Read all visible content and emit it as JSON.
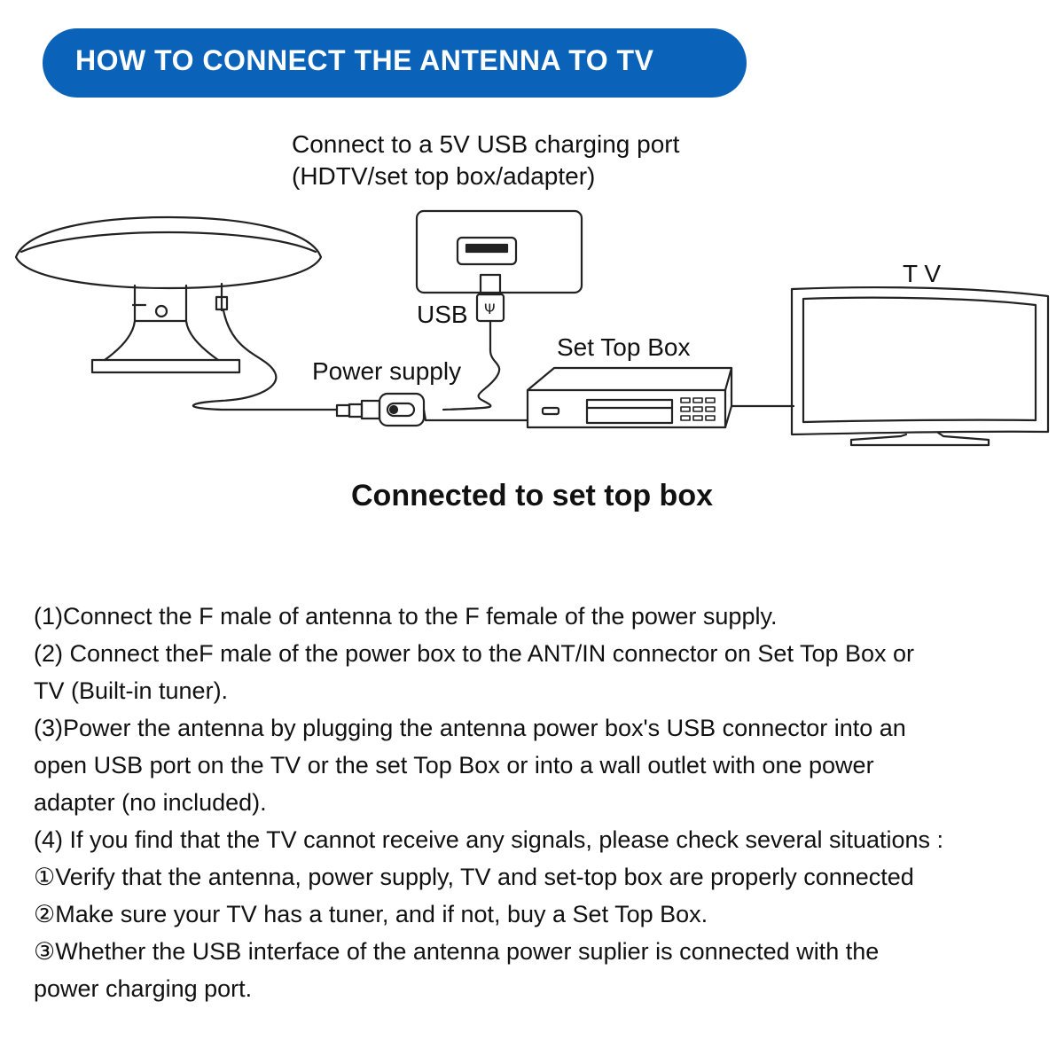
{
  "header": {
    "title": "HOW TO CONNECT THE ANTENNA TO TV"
  },
  "diagram": {
    "usb_port_note_line1": "Connect to a 5V USB charging port",
    "usb_port_note_line2": "(HDTV/set top box/adapter)",
    "usb_label": "USB",
    "power_supply_label": "Power supply",
    "set_top_box_label": "Set Top Box",
    "tv_label": "T V",
    "caption": "Connected to set top box"
  },
  "instructions": [
    "(1)Connect the F male of antenna to the F female of the power supply.",
    "(2) Connect theF male of the power box to the ANT/IN connector on Set Top Box or",
    "TV (Built-in tuner).",
    "(3)Power the antenna by plugging the antenna power box's USB connector into an",
    "open USB port on the TV or the set Top Box or into a wall outlet with one power",
    "adapter (no included).",
    "(4) If you find that the TV cannot receive any signals, please check several situations :",
    "①Verify that the antenna, power supply, TV and set-top box are properly connected",
    "②Make sure your TV has a tuner, and if not, buy a Set Top Box.",
    "③Whether the USB interface of the antenna power suplier is connected with the",
    "power charging port."
  ],
  "colors": {
    "banner": "#0a63b8",
    "banner_text": "#ffffff",
    "line_art": "#222222"
  }
}
